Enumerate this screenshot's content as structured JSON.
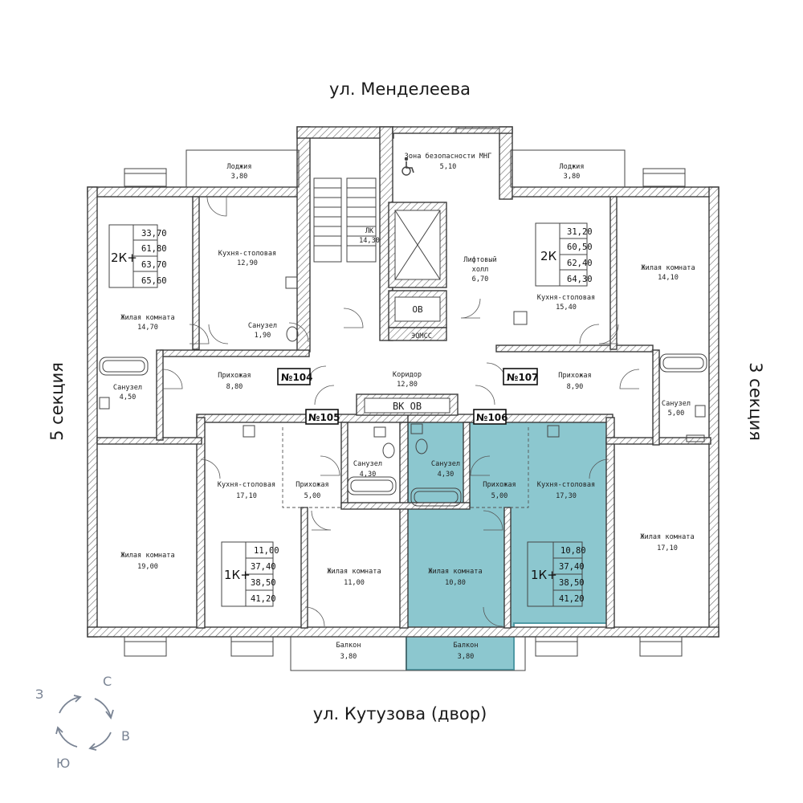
{
  "streets": {
    "north": "ул. Менделеева",
    "south": "ул. Кутузова (двор)"
  },
  "sections": {
    "west": "5 секция",
    "east": "3 секция"
  },
  "compass": {
    "n": "С",
    "e": "В",
    "s": "Ю",
    "w": "З"
  },
  "colors": {
    "highlight": "#8cc7cf",
    "highlight_stroke": "#4f9aa5",
    "wall": "#3a3a3a",
    "compass": "#7a8494"
  },
  "apartment_numbers": {
    "a104": "№104",
    "a105": "№105",
    "a106": "№106",
    "a107": "№107"
  },
  "apartments": {
    "a104": {
      "type": "2К+",
      "areas": [
        "33,70",
        "61,80",
        "63,70",
        "65,60"
      ]
    },
    "a107": {
      "type": "2К",
      "areas": [
        "31,20",
        "60,50",
        "62,40",
        "64,30"
      ]
    },
    "a105": {
      "type": "1К+",
      "areas": [
        "11,00",
        "37,40",
        "38,50",
        "41,20"
      ]
    },
    "a106": {
      "type": "1К+",
      "areas": [
        "10,80",
        "37,40",
        "38,50",
        "41,20"
      ]
    }
  },
  "rooms": {
    "loggia_w": {
      "name": "Лоджия",
      "area": "3,80"
    },
    "loggia_e": {
      "name": "Лоджия",
      "area": "3,80"
    },
    "safety_zone": {
      "name": "Зона безопасности МНГ",
      "area": "5,10"
    },
    "kitchen_104": {
      "name": "Кухня-столовая",
      "area": "12,90"
    },
    "living_104": {
      "name": "Жилая комната",
      "area": "14,70"
    },
    "bath_104_small": {
      "name": "Санузел",
      "area": "1,90"
    },
    "bath_104": {
      "name": "Санузел",
      "area": "4,50"
    },
    "hall_104": {
      "name": "Прихожая",
      "area": "8,80"
    },
    "stair": {
      "name": "ЛК",
      "area": "14,30"
    },
    "lift_hall": {
      "name": "Лифтовый холл",
      "area": "6,70"
    },
    "ov_top": {
      "name": "ОВ"
    },
    "eomss": {
      "name": "ЭОМСС"
    },
    "corridor": {
      "name": "Коридор",
      "area": "12,80"
    },
    "vk_ov": {
      "name": "ВК ОВ"
    },
    "kitchen_107": {
      "name": "Кухня-столовая",
      "area": "15,40"
    },
    "living_107": {
      "name": "Жилая комната",
      "area": "14,10"
    },
    "hall_107": {
      "name": "Прихожая",
      "area": "8,90"
    },
    "bath_107": {
      "name": "Санузел",
      "area": "5,00"
    },
    "living_107b": {
      "name": "Жилая комната",
      "area": "17,10"
    },
    "living_103": {
      "name": "Жилая комната",
      "area": "19,00"
    },
    "kitchen_105": {
      "name": "Кухня-столовая",
      "area": "17,10"
    },
    "hall_105": {
      "name": "Прихожая",
      "area": "5,00"
    },
    "bath_105": {
      "name": "Санузел",
      "area": "4,30"
    },
    "living_105": {
      "name": "Жилая комната",
      "area": "11,00"
    },
    "bath_106": {
      "name": "Санузел",
      "area": "4,30"
    },
    "hall_106": {
      "name": "Прихожая",
      "area": "5,00"
    },
    "kitchen_106": {
      "name": "Кухня-столовая",
      "area": "17,30"
    },
    "living_106": {
      "name": "Жилая комната",
      "area": "10,80"
    },
    "balcony_w": {
      "name": "Балкон",
      "area": "3,80"
    },
    "balcony_e": {
      "name": "Балкон",
      "area": "3,80"
    }
  }
}
